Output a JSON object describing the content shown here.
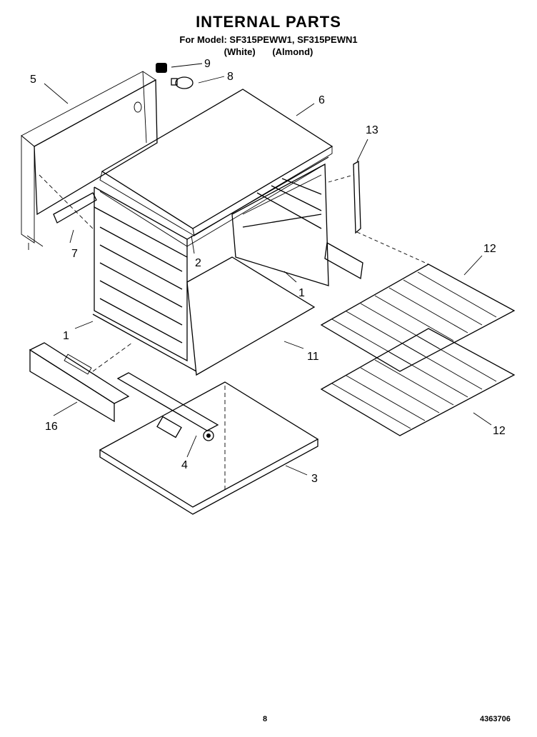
{
  "header": {
    "title": "INTERNAL PARTS",
    "model_line": "For Model: SF315PEWW1, SF315PEWN1",
    "variant_white": "(White)",
    "variant_almond": "(Almond)"
  },
  "callouts": {
    "c1a": "1",
    "c1b": "1",
    "c2": "2",
    "c3": "3",
    "c4": "4",
    "c5": "5",
    "c6": "6",
    "c7": "7",
    "c8": "8",
    "c9": "9",
    "c11": "11",
    "c12a": "12",
    "c12b": "12",
    "c13": "13",
    "c16": "16"
  },
  "footer": {
    "page": "8",
    "doc_number": "4363706"
  }
}
